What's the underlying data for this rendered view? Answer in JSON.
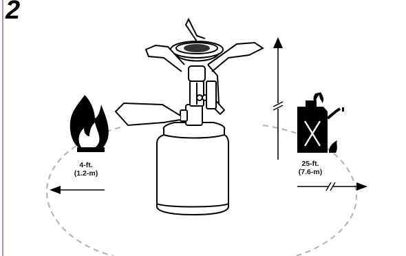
{
  "step": {
    "number": "2"
  },
  "clearances": {
    "side": {
      "feet": "4-ft.",
      "meters": "(1.2-m)"
    },
    "flammables": {
      "feet": "25-ft.",
      "meters": "(7.6-m)"
    }
  },
  "icons": [
    "flame-icon",
    "fuel-can-icon",
    "stove-icon",
    "up-arrow-icon",
    "left-arrow-icon",
    "right-arrow-icon"
  ],
  "colors": {
    "accent": "#b488c8",
    "ink": "#000000",
    "dash": "#b5b5b5"
  }
}
